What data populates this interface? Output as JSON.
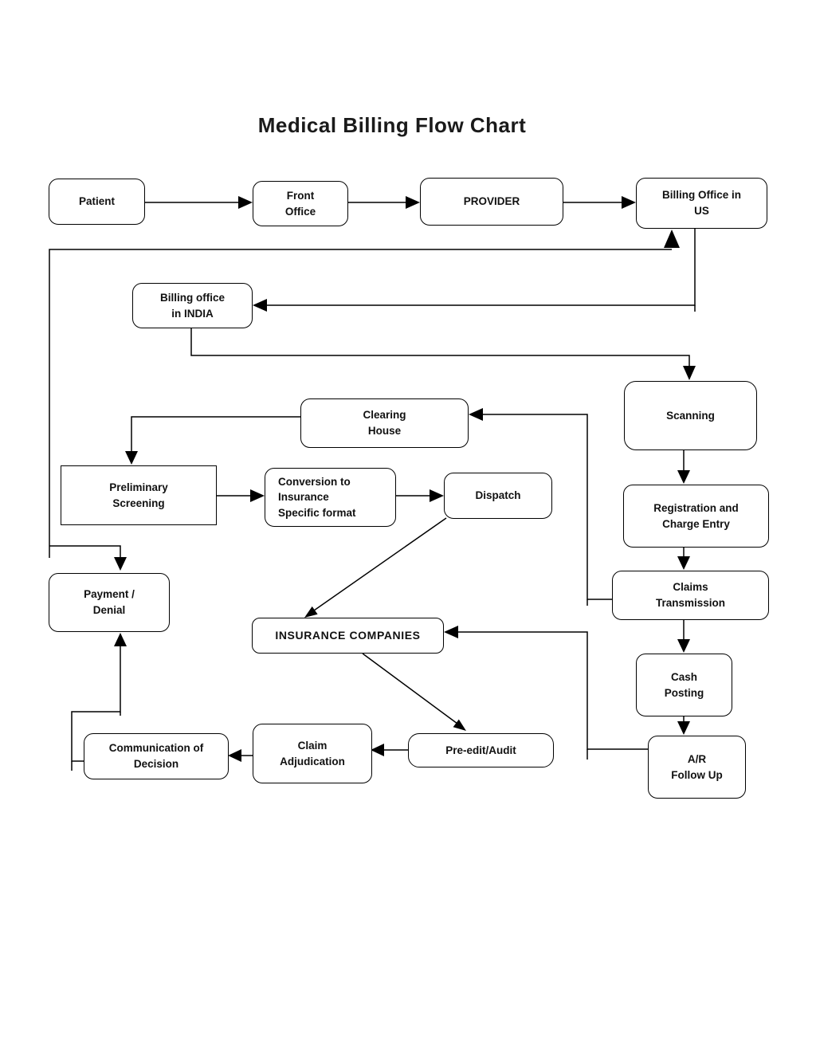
{
  "title": "Medical Billing Flow Chart",
  "colors": {
    "background": "#ffffff",
    "box_border": "#000000",
    "connector": "#000000",
    "text": "#111111"
  },
  "nodes": {
    "patient": {
      "label": "Patient"
    },
    "front_office": {
      "label": "Front\nOffice"
    },
    "provider": {
      "label": "PROVIDER"
    },
    "billing_us": {
      "label": "Billing Office in\nUS"
    },
    "billing_india": {
      "label": "Billing office\nin INDIA"
    },
    "scanning": {
      "label": "Scanning"
    },
    "clearing_house": {
      "label": "Clearing\nHouse"
    },
    "preliminary_screening": {
      "label": "Preliminary\nScreening"
    },
    "conversion": {
      "label": "Conversion to\nInsurance\nSpecific format"
    },
    "dispatch": {
      "label": "Dispatch"
    },
    "registration": {
      "label": "Registration and\nCharge Entry"
    },
    "claims_transmission": {
      "label": "Claims\nTransmission"
    },
    "payment_denial": {
      "label": "Payment /\nDenial"
    },
    "insurance_companies": {
      "label": "INSURANCE COMPANIES"
    },
    "cash_posting": {
      "label": "Cash\nPosting"
    },
    "ar_follow_up": {
      "label": "A/R\nFollow Up"
    },
    "communication": {
      "label": "Communication of\nDecision"
    },
    "claim_adjudication": {
      "label": "Claim\nAdjudication"
    },
    "pre_edit_audit": {
      "label": "Pre-edit/Audit"
    }
  },
  "edges": [
    "Patient -> Front Office",
    "Front Office -> PROVIDER",
    "PROVIDER -> Billing Office in US",
    "Billing Office in US -> Billing office in INDIA",
    "Billing office in INDIA -> Scanning",
    "Scanning -> Registration and Charge Entry",
    "Registration and Charge Entry -> Claims Transmission",
    "Claims Transmission -> Cash Posting",
    "Cash Posting -> A/R Follow Up",
    "Claims Transmission -> Clearing House",
    "Clearing House -> Preliminary Screening",
    "Preliminary Screening -> Conversion to Insurance Specific format",
    "Conversion to Insurance Specific format -> Dispatch",
    "Dispatch -> INSURANCE COMPANIES",
    "A/R Follow Up -> INSURANCE COMPANIES",
    "INSURANCE COMPANIES -> Pre-edit/Audit",
    "Pre-edit/Audit -> Claim Adjudication",
    "Claim Adjudication -> Communication of Decision",
    "Communication of Decision -> Payment / Denial",
    "Payment / Denial <-> Billing Office in US"
  ]
}
